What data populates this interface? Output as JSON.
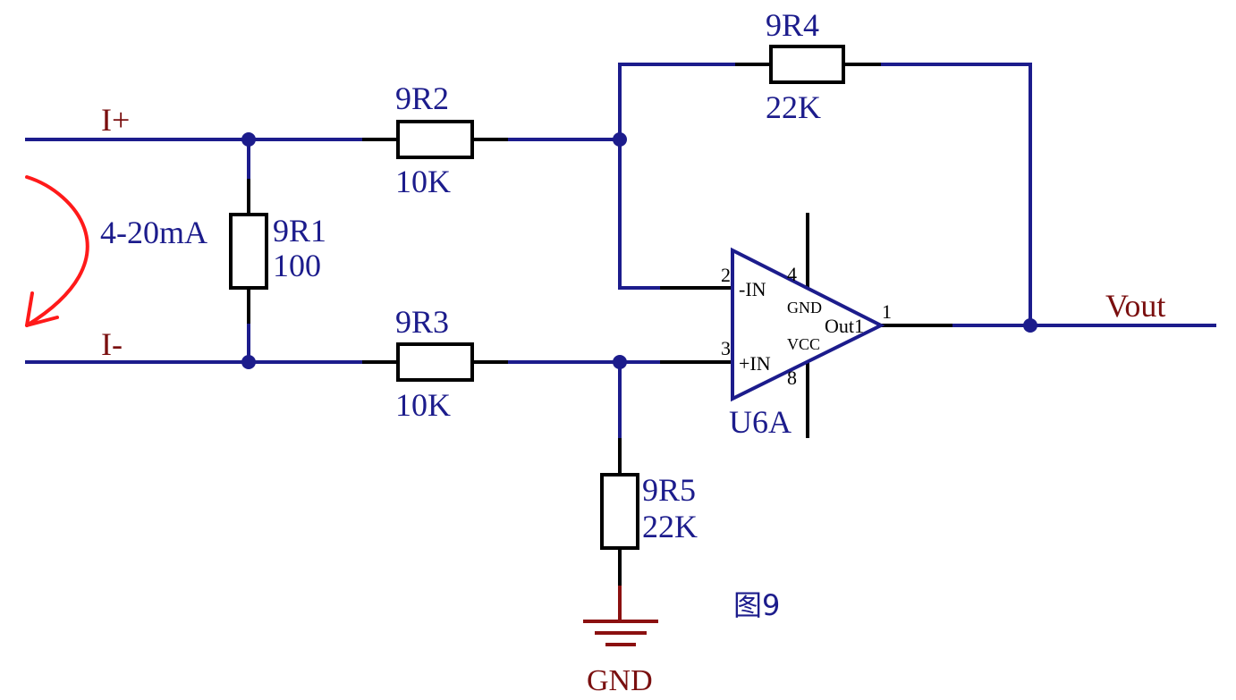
{
  "nets": {
    "i_plus": "I+",
    "i_minus": "I-",
    "vout": "Vout",
    "gnd": "GND"
  },
  "current_label": "4-20mA",
  "resistors": {
    "r1": {
      "ref": "9R1",
      "value": "100"
    },
    "r2": {
      "ref": "9R2",
      "value": "10K"
    },
    "r3": {
      "ref": "9R3",
      "value": "10K"
    },
    "r4": {
      "ref": "9R4",
      "value": "22K"
    },
    "r5": {
      "ref": "9R5",
      "value": "22K"
    }
  },
  "opamp": {
    "ref": "U6A",
    "inv_input": "-IN",
    "noninv_input": "+IN",
    "output": "Out1",
    "gnd_pin": "GND",
    "vcc_pin": "VCC",
    "pin_inv": "2",
    "pin_noninv": "3",
    "pin_out": "1",
    "pin_gnd": "4",
    "pin_vcc": "8"
  },
  "caption": "图9",
  "colors": {
    "wire": "#1c1c8c",
    "net_label": "#7a0f0f",
    "arrow": "#ff1a1a"
  }
}
